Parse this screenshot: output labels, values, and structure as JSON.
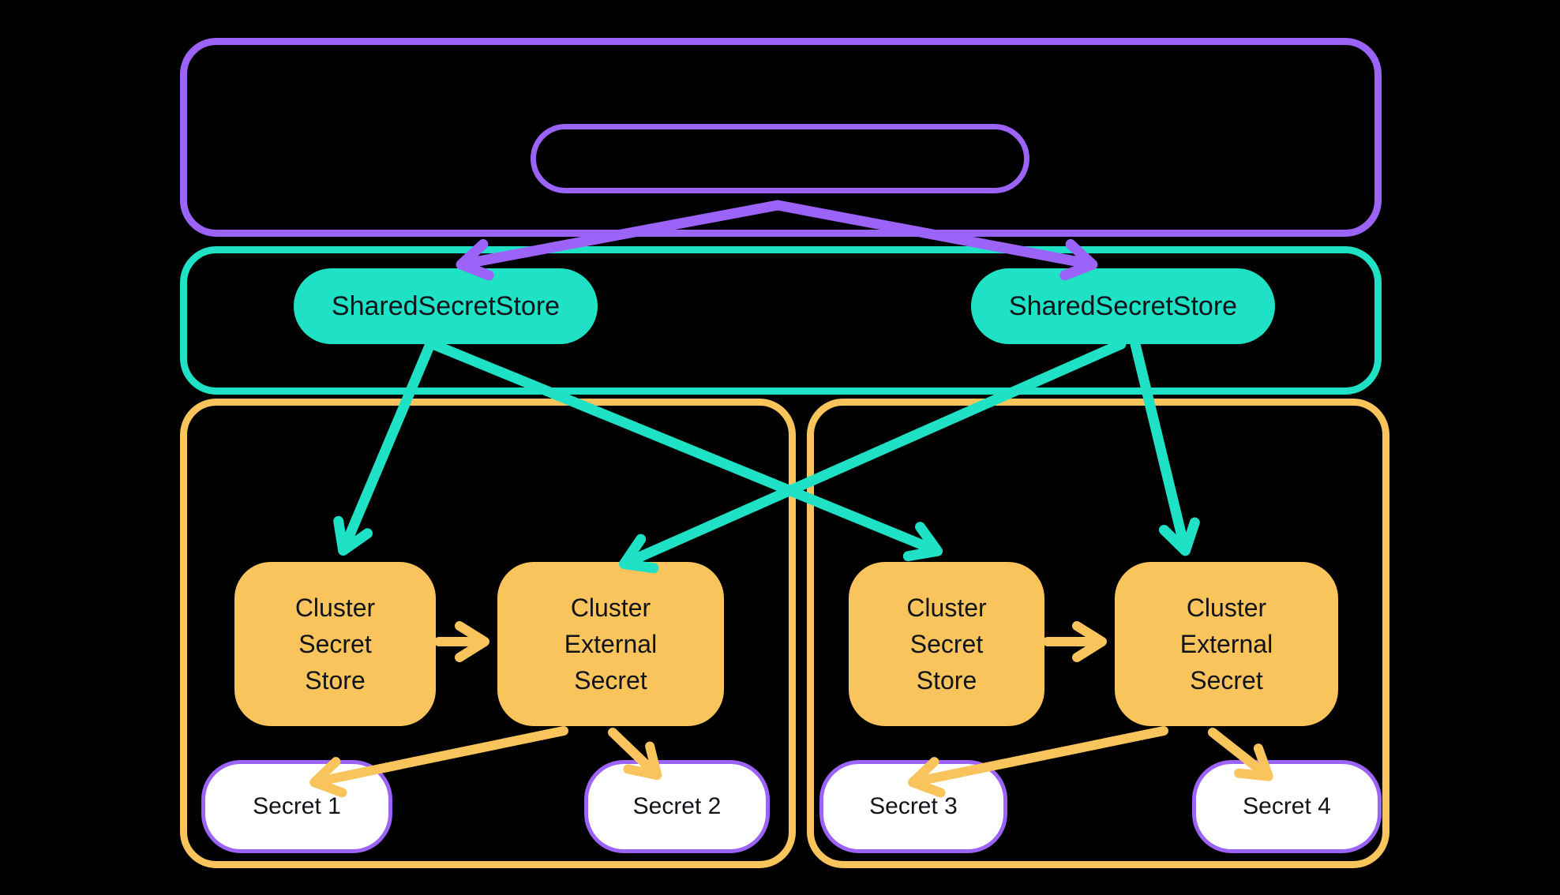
{
  "diagram": {
    "description": "External Secrets Operator multi-cluster secret distribution diagram",
    "colors": {
      "background": "#000000",
      "purple": "#9B63F7",
      "teal": "#1EE1C5",
      "orange": "#F9C45C",
      "white": "#FFFFFF",
      "text_dark": "#101418"
    },
    "top_group": {
      "label": "",
      "inner_pill_label": ""
    },
    "shared_stores": [
      {
        "label": "SharedSecretStore"
      },
      {
        "label": "SharedSecretStore"
      }
    ],
    "clusters": [
      {
        "boxes": [
          {
            "lines": [
              "Cluster",
              "Secret",
              "Store"
            ]
          },
          {
            "lines": [
              "Cluster",
              "External",
              "Secret"
            ]
          }
        ],
        "secrets": [
          {
            "label": "Secret 1"
          },
          {
            "label": "Secret 2"
          }
        ]
      },
      {
        "boxes": [
          {
            "lines": [
              "Cluster",
              "Secret",
              "Store"
            ]
          },
          {
            "lines": [
              "Cluster",
              "External",
              "Secret"
            ]
          }
        ],
        "secrets": [
          {
            "label": "Secret 3"
          },
          {
            "label": "Secret 4"
          }
        ]
      }
    ],
    "edges": [
      {
        "from": "inner-pill",
        "to": "shared-secret-store-left",
        "color": "purple"
      },
      {
        "from": "inner-pill",
        "to": "shared-secret-store-right",
        "color": "purple"
      },
      {
        "from": "shared-secret-store-left",
        "to": "cluster-secret-store-1",
        "color": "teal"
      },
      {
        "from": "shared-secret-store-left",
        "to": "cluster-secret-store-2",
        "color": "teal"
      },
      {
        "from": "shared-secret-store-right",
        "to": "cluster-external-secret-1",
        "color": "teal"
      },
      {
        "from": "shared-secret-store-right",
        "to": "cluster-external-secret-2",
        "color": "teal"
      },
      {
        "from": "cluster-secret-store-1",
        "to": "cluster-external-secret-1",
        "color": "orange"
      },
      {
        "from": "cluster-secret-store-2",
        "to": "cluster-external-secret-2",
        "color": "orange"
      },
      {
        "from": "cluster-external-secret-1",
        "to": "secret-1",
        "color": "orange"
      },
      {
        "from": "cluster-external-secret-1",
        "to": "secret-2",
        "color": "orange"
      },
      {
        "from": "cluster-external-secret-2",
        "to": "secret-3",
        "color": "orange"
      },
      {
        "from": "cluster-external-secret-2",
        "to": "secret-4",
        "color": "orange"
      }
    ]
  }
}
